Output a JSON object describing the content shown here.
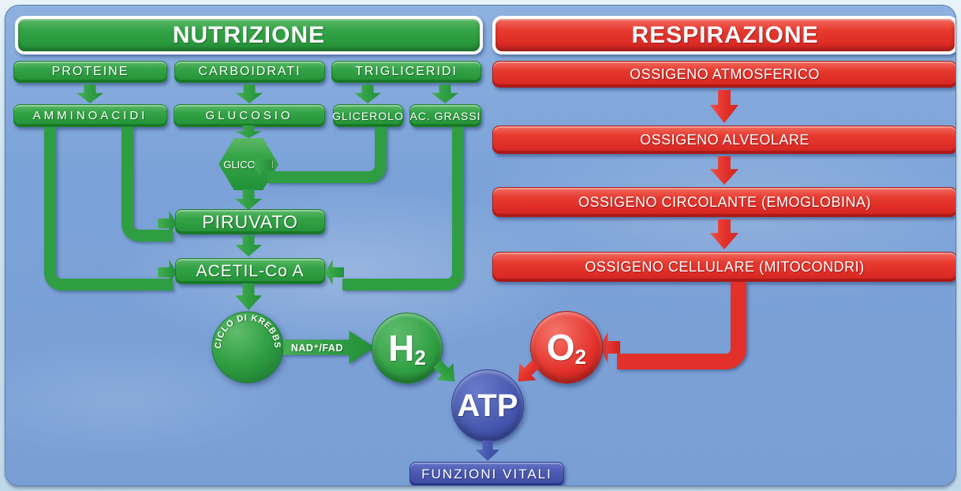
{
  "palette": {
    "green": "#2f9e42",
    "red": "#e3302a",
    "blue": "#4456ac",
    "background": "#7aa0d6"
  },
  "nutrition": {
    "header": "NUTRIZIONE",
    "row1": [
      "PROTEINE",
      "CARBOIDRATI",
      "TRIGLICERIDI"
    ],
    "row2": [
      "AMMINOACIDI",
      "GLUCOSIO",
      "GLICEROLO",
      "AC. GRASSI"
    ],
    "glicolisi": "GLICOLISI",
    "piruvato": "PIRUVATO",
    "acetil": "ACETIL-Co A",
    "krebs": "CICLO DI KREBBS",
    "nad_fad": "NAD⁺/FAD",
    "h2": {
      "main": "H",
      "sub": "2"
    }
  },
  "respiration": {
    "header": "RESPIRAZIONE",
    "steps": [
      "OSSIGENO ATMOSFERICO",
      "OSSIGENO ALVEOLARE",
      "OSSIGENO CIRCOLANTE (EMOGLOBINA)",
      "OSSIGENO CELLULARE (MITOCONDRI)"
    ],
    "o2": {
      "main": "O",
      "sub": "2"
    }
  },
  "output": {
    "atp": "ATP",
    "funzioni": "FUNZIONI VITALI"
  }
}
